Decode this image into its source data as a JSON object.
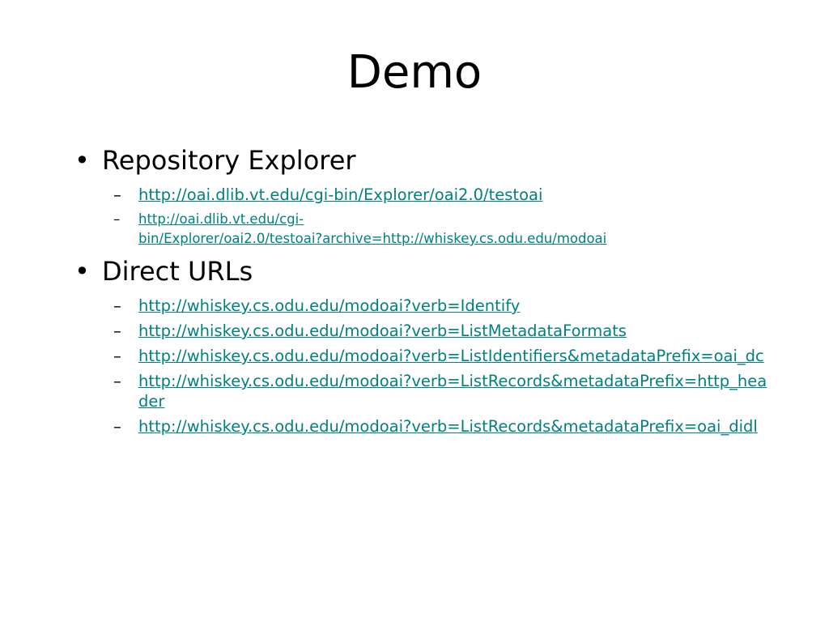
{
  "slide": {
    "title": "Demo",
    "sections": [
      {
        "heading": "Repository Explorer",
        "links": [
          "http://oai.dlib.vt.edu/cgi-bin/Explorer/oai2.0/testoai",
          "http://oai.dlib.vt.edu/cgi-bin/Explorer/oai2.0/testoai?archive=http://whiskey.cs.odu.edu/modoai"
        ]
      },
      {
        "heading": "Direct URLs",
        "links": [
          "http://whiskey.cs.odu.edu/modoai?verb=Identify",
          "http://whiskey.cs.odu.edu/modoai?verb=ListMetadataFormats",
          "http://whiskey.cs.odu.edu/modoai?verb=ListIdentifiers&metadataPrefix=oai_dc",
          "http://whiskey.cs.odu.edu/modoai?verb=ListRecords&metadataPrefix=http_header",
          "http://whiskey.cs.odu.edu/modoai?verb=ListRecords&metadataPrefix=oai_didl"
        ]
      }
    ],
    "bullet_glyph": "•",
    "dash_glyph": "–",
    "link_color": "#008080"
  }
}
